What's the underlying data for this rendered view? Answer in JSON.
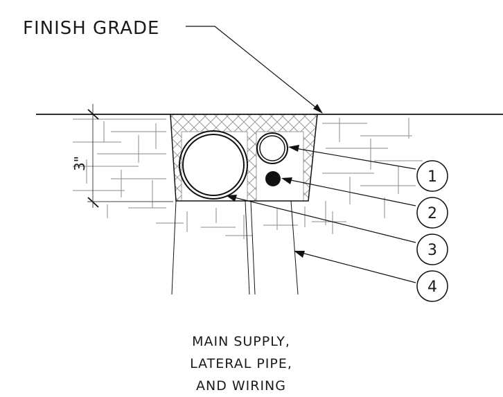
{
  "labels": {
    "finish_grade": "FINISH GRADE",
    "dimension": "3\"",
    "caption_line_1": "MAIN SUPPLY,",
    "caption_line_2": "LATERAL PIPE,",
    "caption_line_3": "AND WIRING"
  },
  "callouts": [
    "1",
    "2",
    "3",
    "4"
  ],
  "colors": {
    "ink": "#111111",
    "hatch": "#9a9a9a",
    "background": "#ffffff"
  }
}
